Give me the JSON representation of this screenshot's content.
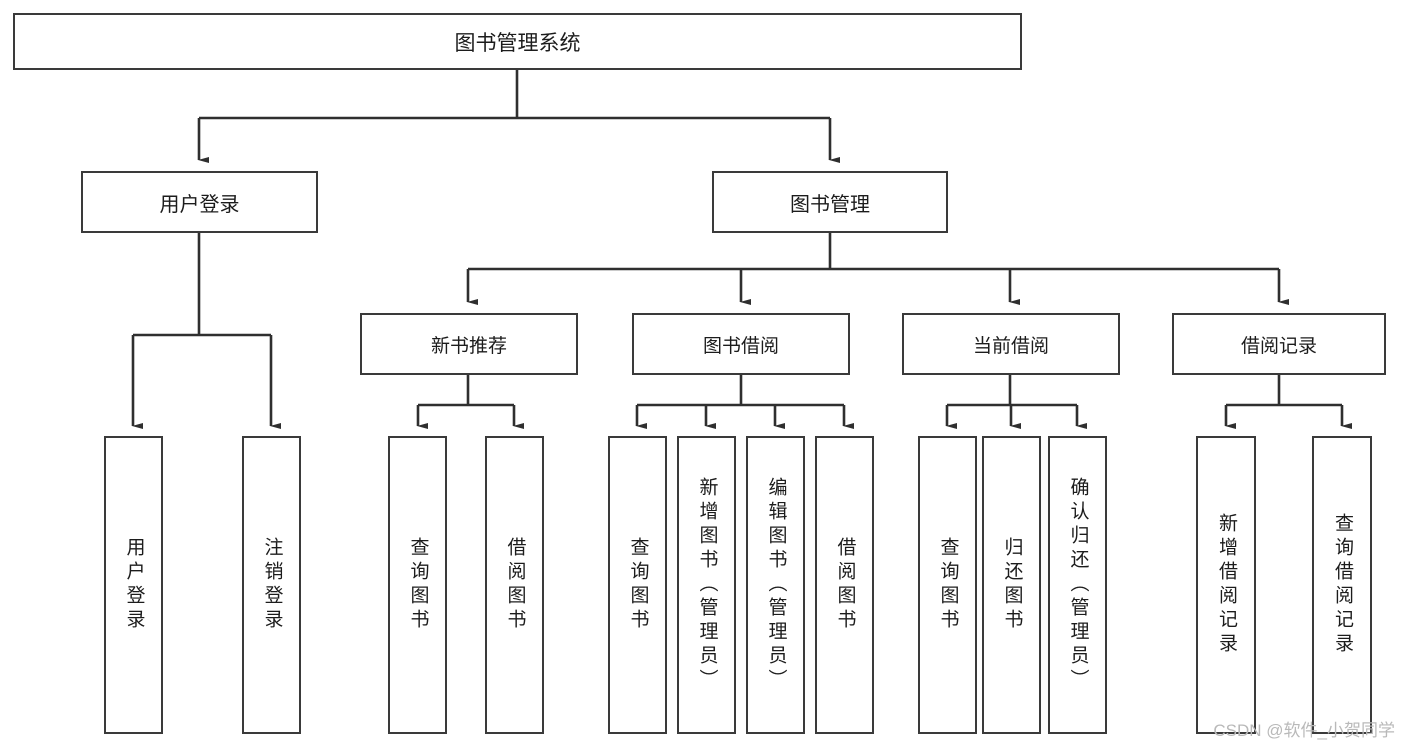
{
  "diagram": {
    "title": "图书管理系统",
    "root": {
      "label": "图书管理系统"
    },
    "level1": [
      {
        "label": "用户登录"
      },
      {
        "label": "图书管理"
      }
    ],
    "level2": [
      {
        "label": "新书推荐"
      },
      {
        "label": "图书借阅"
      },
      {
        "label": "当前借阅"
      },
      {
        "label": "借阅记录"
      }
    ],
    "leaves": {
      "user_login": [
        {
          "label": "用户登录"
        },
        {
          "label": "注销登录"
        }
      ],
      "new_book_recommend": [
        {
          "label": "查询图书"
        },
        {
          "label": "借阅图书"
        }
      ],
      "book_borrow": [
        {
          "label": "查询图书"
        },
        {
          "label": "新增图书（管理员）"
        },
        {
          "label": "编辑图书（管理员）"
        },
        {
          "label": "借阅图书"
        }
      ],
      "current_borrow": [
        {
          "label": "查询图书"
        },
        {
          "label": "归还图书"
        },
        {
          "label": "确认归还（管理员）"
        }
      ],
      "borrow_record": [
        {
          "label": "新增借阅记录"
        },
        {
          "label": "查询借阅记录"
        }
      ]
    },
    "watermark": "CSDN @软件_小贺同学",
    "colors": {
      "border": "#3a3a3a",
      "background": "#ffffff",
      "text": "#1c1c1c",
      "watermark": "#b9b9b9"
    }
  }
}
